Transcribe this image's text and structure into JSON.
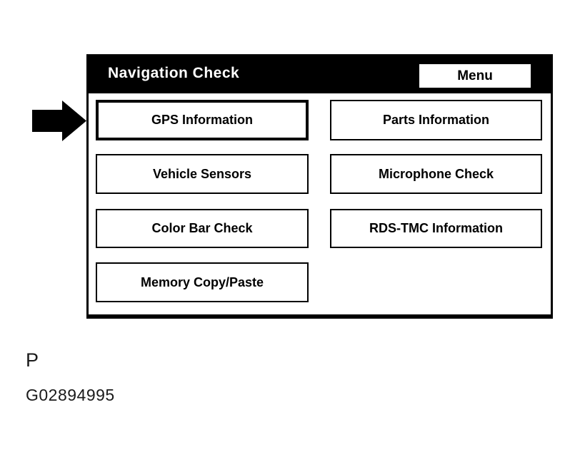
{
  "panel": {
    "title": "Navigation Check",
    "menu_button_label": "Menu"
  },
  "buttons": [
    {
      "label": "GPS Information",
      "selected": true
    },
    {
      "label": "Parts Information",
      "selected": false
    },
    {
      "label": "Vehicle Sensors",
      "selected": false
    },
    {
      "label": "Microphone Check",
      "selected": false
    },
    {
      "label": "Color Bar Check",
      "selected": false
    },
    {
      "label": "RDS-TMC Information",
      "selected": false
    },
    {
      "label": "Memory Copy/Paste",
      "selected": false
    }
  ],
  "pointer": {
    "icon": "arrow-right-icon"
  },
  "footer": {
    "figure_label": "P",
    "figure_id": "G02894995"
  },
  "colors": {
    "screen_bg": "#ffffff",
    "header_bg": "#000000",
    "header_text": "#ffffff",
    "button_text": "#000000",
    "border": "#000000"
  }
}
